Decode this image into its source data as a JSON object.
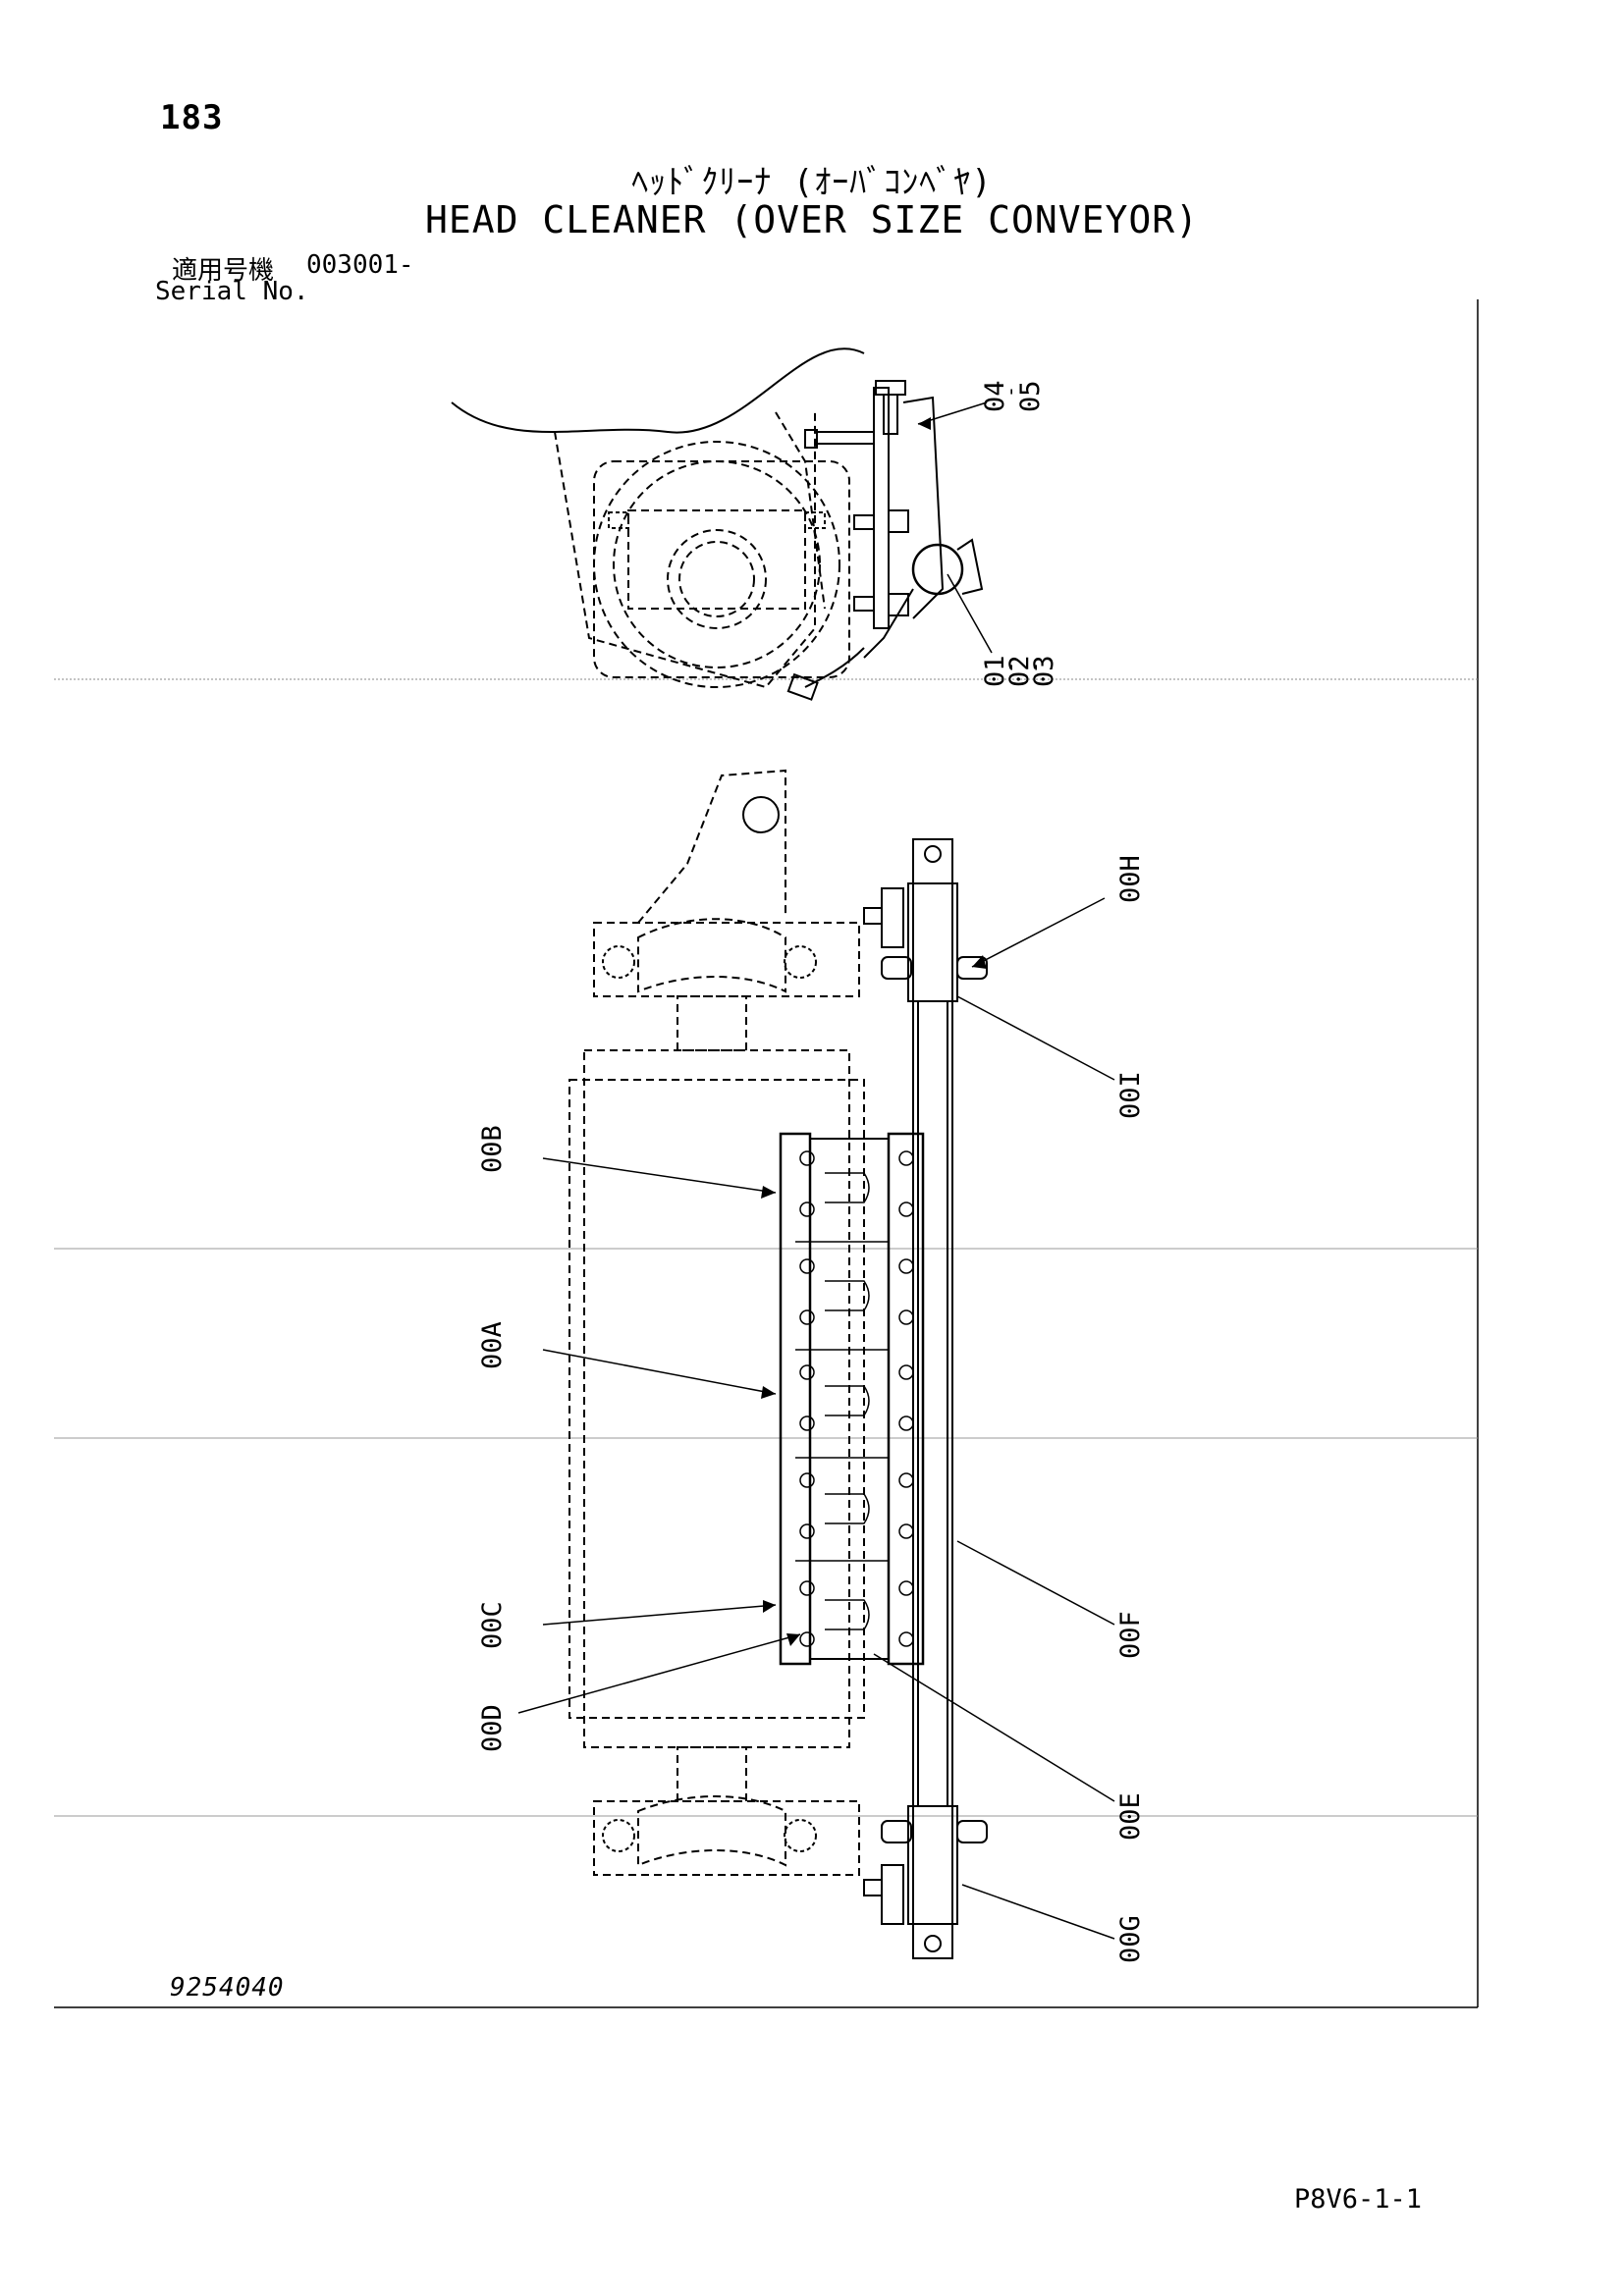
{
  "page_number": "183",
  "title_jp": "ﾍｯﾄﾞｸﾘｰﾅ (ｵｰﾊﾞｺﾝﾍﾞﾔ)",
  "title_en": "HEAD CLEANER (OVER SIZE CONVEYOR)",
  "serial": {
    "label_jp": "適用号機",
    "label_en": "Serial No.",
    "value": "003001-"
  },
  "callouts": {
    "c04": "04",
    "c05": "05",
    "c01": "01",
    "c02": "02",
    "c03": "03",
    "c00H": "00H",
    "c00I": "00I",
    "c00B": "00B",
    "c00A": "00A",
    "c00C": "00C",
    "c00D": "00D",
    "c00F": "00F",
    "c00E": "00E",
    "c00G": "00G"
  },
  "drawing_number": "9254040",
  "sheet_code": "P8V6-1-1"
}
